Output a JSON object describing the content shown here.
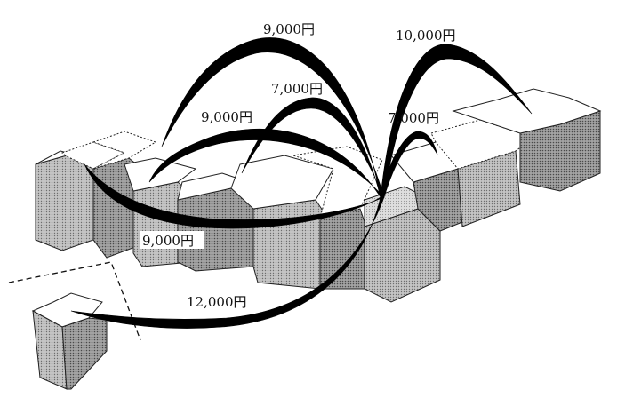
{
  "colors": {
    "block_side": "#9a9a9a",
    "block_front": "#b9b9b9",
    "block_top": "#ffffff",
    "highlight_top": "#d6d6d6",
    "arc": "#000000"
  },
  "fares": [
    {
      "id": "arc-far-east",
      "label": "10,000円"
    },
    {
      "id": "arc-east-mid",
      "label": "7,000円"
    },
    {
      "id": "arc-mid-west",
      "label": "9,000円"
    },
    {
      "id": "arc-central",
      "label": "7,000円"
    },
    {
      "id": "arc-inner-west",
      "label": "9,000円"
    },
    {
      "id": "arc-lower-west",
      "label": "9,000円"
    },
    {
      "id": "arc-island",
      "label": "12,000円"
    }
  ]
}
